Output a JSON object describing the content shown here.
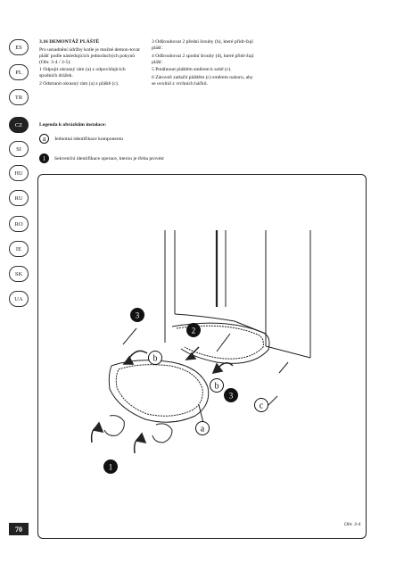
{
  "languages": [
    "ES",
    "PL",
    "TR",
    "CZ",
    "SI",
    "HU",
    "RU",
    "RO",
    "IE",
    "SK",
    "UA"
  ],
  "active_language": "CZ",
  "section": {
    "title": "3.16 DEMONTÁŽ PLÁŠTĚ",
    "left_paragraphs": [
      "Pro usnadnění údržby kotle je možné demon-tovat plášť podle následujících jednoduchých pokynů (Obr. 3-4 / 3-5):",
      "1 Odpojit okrasný rám (a) z odpovídajících spodních drážek.",
      "2 Odstranit okrasný rám (a) z pláště (c)."
    ],
    "right_paragraphs": [
      "3 Odšroubovat 2 přední šrouby (b), které přidr-žují plášť.",
      "4 Odšroubovat 2 spodní šrouby (d), které přidr-žují plášť.",
      "5 Potáhnout pláštěm směrem k sobě (c).",
      "6 Zároveň zatlačit pláštěm (c) směrem nahoru, aby se uvolnil z vrchních háčků."
    ]
  },
  "legend": {
    "title": "Legenda k obrázkům instalace:",
    "component_symbol": "a",
    "component_text": "Jednotná identifikace komponentu",
    "operation_symbol": "1",
    "operation_text": "Sekvenční identifikace operace, kterou je třeba provést"
  },
  "figure": {
    "labels": {
      "a": "a",
      "b1": "b",
      "b2": "b",
      "c": "c",
      "op1": "1",
      "op2": "2",
      "op3a": "3",
      "op3b": "3"
    },
    "caption": "Obr. 3-4"
  },
  "page_number": "70"
}
